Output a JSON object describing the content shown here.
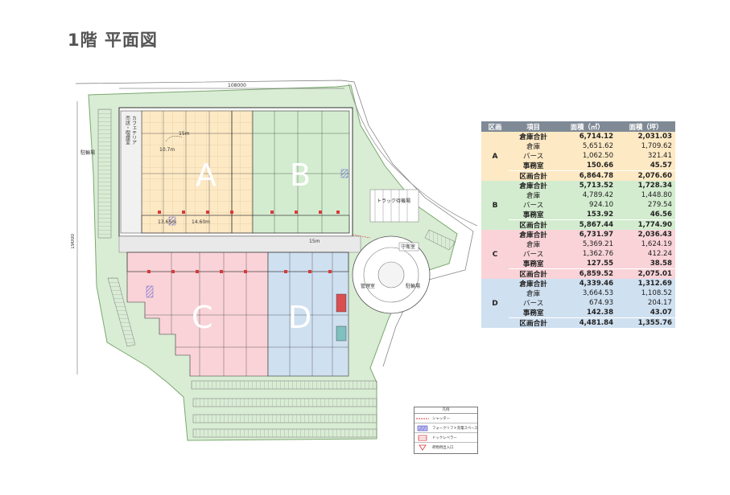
{
  "page": {
    "title": "1階 平面図"
  },
  "plan": {
    "zones": [
      "A",
      "B",
      "C",
      "D"
    ],
    "labels": {
      "cafeteria": "カフェテリア",
      "shop": "売店・喫煙室",
      "parking_left": "駐輪場",
      "truck_waiting": "トラック待機場",
      "guard_room": "守衛室",
      "management_room": "管理室",
      "bicycle_parking": "駐輪場"
    },
    "dimensions": {
      "top_width": "108000",
      "left_height": "19000",
      "gap_15m_top": "15m",
      "gap_15m_mid": "15m",
      "berth_10_7": "10.7m",
      "berth_13_65": "13.65m",
      "berth_14_60": "14.60m"
    },
    "colors": {
      "zone_a": "#fde9c4",
      "zone_b": "#d3eccf",
      "zone_c": "#f9d3d8",
      "zone_d": "#cfe0f0",
      "landscape": "#d9ecd4",
      "shutter": "#d83a3a",
      "forklift": "#6f6fd8"
    }
  },
  "area_table": {
    "headers": [
      "区画",
      "項目",
      "面積（㎡）",
      "面積（坪）"
    ],
    "zones": [
      {
        "zone": "A",
        "rows": [
          {
            "item": "倉庫合計",
            "m2": "6,714.12",
            "tsubo": "2,031.03",
            "bold": true
          },
          {
            "item": "倉庫",
            "m2": "5,651.62",
            "tsubo": "1,709.62",
            "bold": false
          },
          {
            "item": "バース",
            "m2": "1,062.50",
            "tsubo": "321.41",
            "bold": false
          },
          {
            "item": "事務室",
            "m2": "150.66",
            "tsubo": "45.57",
            "bold": true
          },
          {
            "item": "区画合計",
            "m2": "6,864.78",
            "tsubo": "2,076.60",
            "bold": true
          }
        ]
      },
      {
        "zone": "B",
        "rows": [
          {
            "item": "倉庫合計",
            "m2": "5,713.52",
            "tsubo": "1,728.34",
            "bold": true
          },
          {
            "item": "倉庫",
            "m2": "4,789.42",
            "tsubo": "1,448.80",
            "bold": false
          },
          {
            "item": "バース",
            "m2": "924.10",
            "tsubo": "279.54",
            "bold": false
          },
          {
            "item": "事務室",
            "m2": "153.92",
            "tsubo": "46.56",
            "bold": true
          },
          {
            "item": "区画合計",
            "m2": "5,867.44",
            "tsubo": "1,774.90",
            "bold": true
          }
        ]
      },
      {
        "zone": "C",
        "rows": [
          {
            "item": "倉庫合計",
            "m2": "6,731.97",
            "tsubo": "2,036.43",
            "bold": true
          },
          {
            "item": "倉庫",
            "m2": "5,369.21",
            "tsubo": "1,624.19",
            "bold": false
          },
          {
            "item": "バース",
            "m2": "1,362.76",
            "tsubo": "412.24",
            "bold": false
          },
          {
            "item": "事務室",
            "m2": "127.55",
            "tsubo": "38.58",
            "bold": true
          },
          {
            "item": "区画合計",
            "m2": "6,859.52",
            "tsubo": "2,075.01",
            "bold": true
          }
        ]
      },
      {
        "zone": "D",
        "rows": [
          {
            "item": "倉庫合計",
            "m2": "4,339.46",
            "tsubo": "1,312.69",
            "bold": true
          },
          {
            "item": "倉庫",
            "m2": "3,664.53",
            "tsubo": "1,108.52",
            "bold": false
          },
          {
            "item": "バース",
            "m2": "674.93",
            "tsubo": "204.17",
            "bold": false
          },
          {
            "item": "事務室",
            "m2": "142.38",
            "tsubo": "43.07",
            "bold": true
          },
          {
            "item": "区画合計",
            "m2": "4,481.84",
            "tsubo": "1,355.76",
            "bold": true
          }
        ]
      }
    ]
  },
  "legend": {
    "title": "凡例",
    "items": [
      {
        "label": "シャッター",
        "icon": "shutter-line-icon"
      },
      {
        "label": "フォークリフト充電スペース",
        "icon": "hatched-box-icon"
      },
      {
        "label": "ドックレベラー",
        "icon": "dock-leveler-icon"
      },
      {
        "label": "荷物用出入口",
        "icon": "triangle-down-icon"
      }
    ]
  }
}
